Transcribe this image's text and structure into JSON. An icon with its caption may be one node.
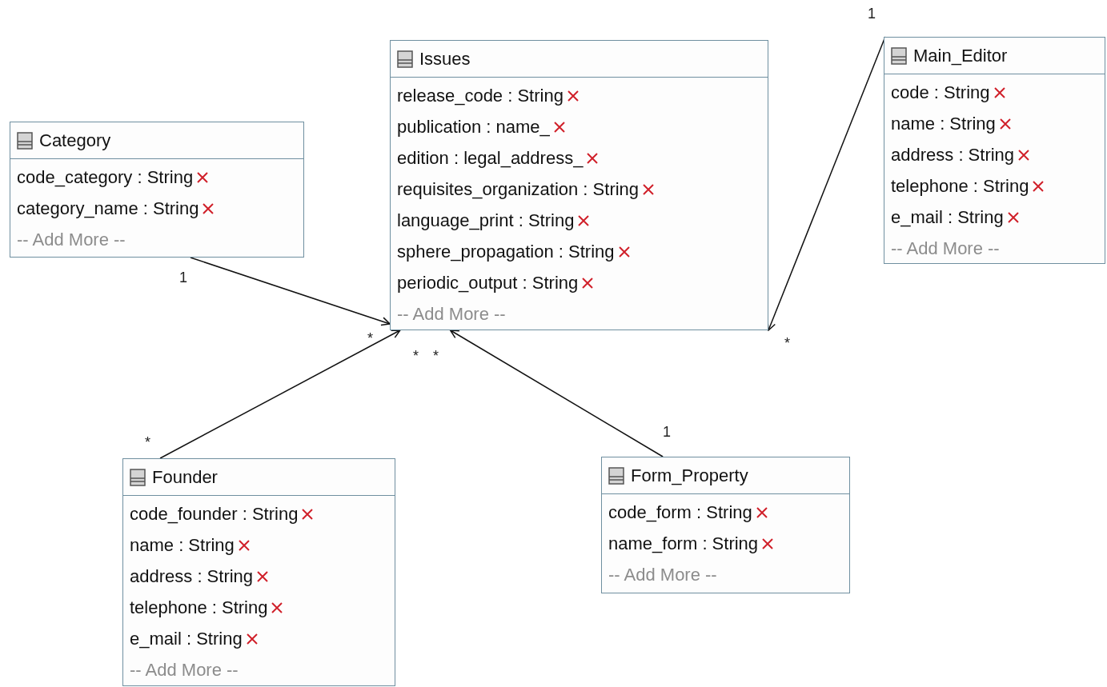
{
  "diagram": {
    "nodes": [
      {
        "text": [
          "Issues",
          "release_code : String",
          "publication : name_",
          "edition : legal_address_",
          "requisites_organization : String",
          "language_print : String",
          "sphere_propagation : String",
          "periodic_output : String",
          "-- Add More --"
        ]
      },
      {
        "text": [
          "Main_Editor",
          "code : String",
          "name : String",
          "address : String",
          "telephone : String",
          "e_mail : String",
          "-- Add More --"
        ]
      },
      {
        "text": [
          "Category",
          "code_category : String",
          "category_name : String",
          "-- Add More --"
        ]
      },
      {
        "text": [
          "Form_Property",
          "code_form : String",
          "name_form : String",
          "-- Add More --"
        ]
      },
      {
        "text": [
          "Founder",
          "code_founder : String",
          "name : String",
          "address : String",
          "telephone : String",
          "e_mail : String",
          "-- Add More --"
        ]
      }
    ],
    "edges": [
      {
        "from": 2,
        "to": 0,
        "arrow": "to"
      },
      {
        "from": 4,
        "to": 0,
        "arrow": "to"
      },
      {
        "from": 3,
        "to": 0,
        "arrow": "to"
      },
      {
        "from": 1,
        "to": 0,
        "arrow": "to"
      }
    ],
    "labels": [
      "1",
      "1",
      "*",
      "*",
      "*",
      "*",
      "1",
      "*"
    ]
  }
}
